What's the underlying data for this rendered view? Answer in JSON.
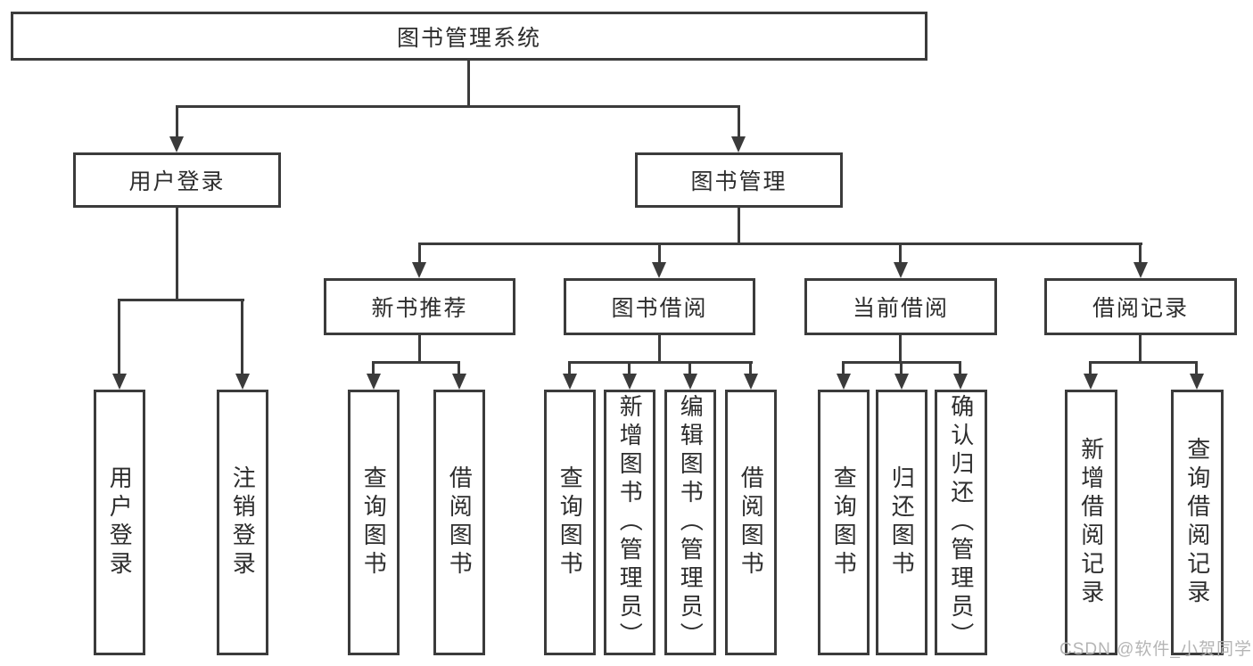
{
  "tree": {
    "root": {
      "label": "图书管理系统",
      "children": [
        {
          "label": "用户登录",
          "children": [
            {
              "label": "用户登录"
            },
            {
              "label": "注销登录"
            }
          ]
        },
        {
          "label": "图书管理",
          "children": [
            {
              "label": "新书推荐",
              "children": [
                {
                  "label": "查询图书"
                },
                {
                  "label": "借阅图书"
                }
              ]
            },
            {
              "label": "图书借阅",
              "children": [
                {
                  "label": "查询图书"
                },
                {
                  "label": "新增图书（管理员）"
                },
                {
                  "label": "编辑图书（管理员）"
                },
                {
                  "label": "借阅图书"
                }
              ]
            },
            {
              "label": "当前借阅",
              "children": [
                {
                  "label": "查询图书"
                },
                {
                  "label": "归还图书"
                },
                {
                  "label": "确认归还（管理员）"
                }
              ]
            },
            {
              "label": "借阅记录",
              "children": [
                {
                  "label": "新增借阅记录"
                },
                {
                  "label": "查询借阅记录"
                }
              ]
            }
          ]
        }
      ]
    }
  },
  "watermark": {
    "text": "CSDN @软件_小贺同学"
  },
  "colors": {
    "line": "#3b3b3b",
    "box_border": "#3b3b3b",
    "text": "#2d2d2d",
    "watermark": "#b5b5b5",
    "background": "#ffffff"
  }
}
